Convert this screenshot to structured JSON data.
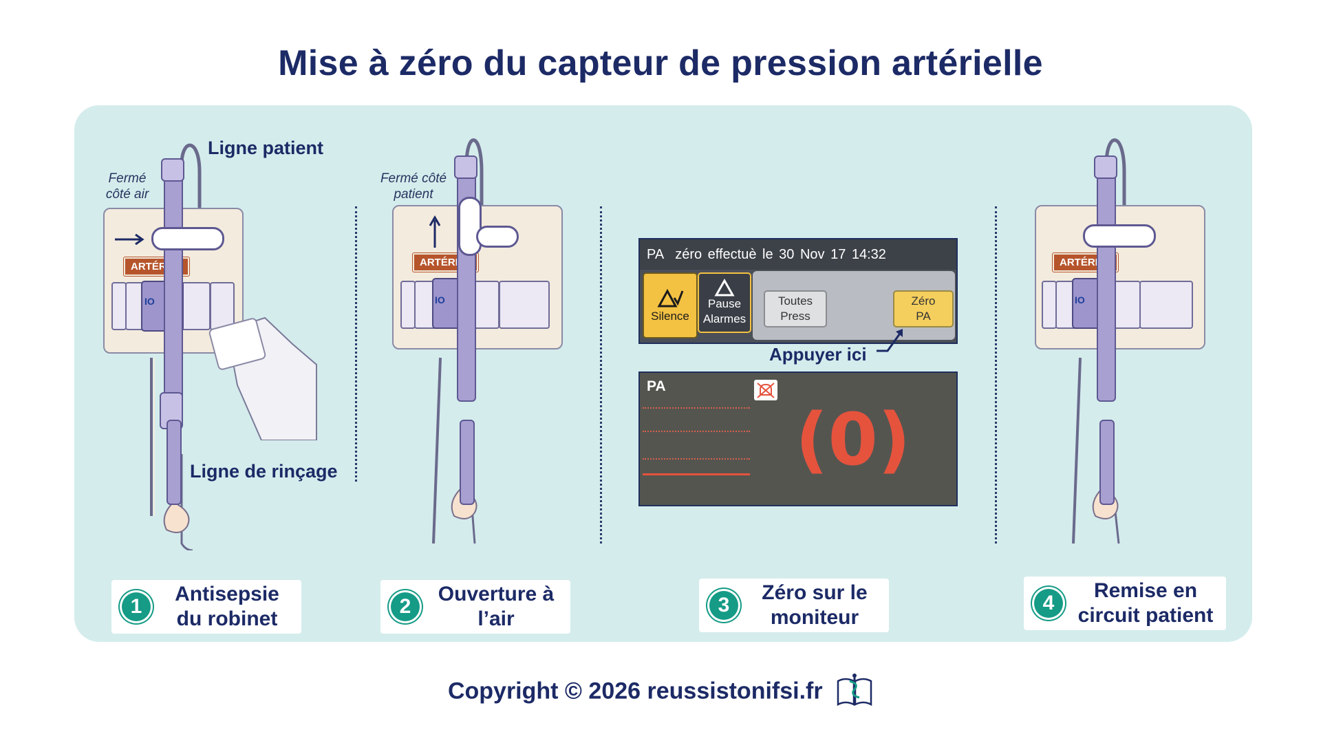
{
  "title": "Mise à zéro du capteur de pression artérielle",
  "colors": {
    "navy": "#1c2a66",
    "panel": "#d4ecec",
    "teal": "#159b86",
    "arterial_label": "#b6552c",
    "monitor_value": "#e5533d",
    "button_yellow": "#f4c242"
  },
  "device": {
    "arterial_label": "ARTÉRIEL",
    "brand_mark": "IO"
  },
  "panel1": {
    "ligne_patient": "Ligne patient",
    "ferme_cote_air": "Fermé côté air",
    "ligne_rincage": "Ligne de rinçage"
  },
  "panel2": {
    "ferme_cote_patient": "Fermé côté patient"
  },
  "monitor": {
    "header_param": "PA",
    "header_text": "zéro effectuè le 30 Nov 17 14:32",
    "btn_silence": "Silence",
    "btn_pause": "Pause Alarmes",
    "btn_toutes": "Toutes Press",
    "btn_zero": "Zéro PA",
    "appuyer_ici": "Appuyer ici",
    "wave_label": "PA",
    "wave_value": "(0)",
    "icons": [
      "warning-check-icon",
      "warning-icon",
      "alarm-muted-icon"
    ]
  },
  "steps": [
    {
      "num": "1",
      "label": "Antisepsie du robinet"
    },
    {
      "num": "2",
      "label": "Ouverture à l’air"
    },
    {
      "num": "3",
      "label": "Zéro sur le moniteur"
    },
    {
      "num": "4",
      "label": "Remise en circuit patient"
    }
  ],
  "footer": {
    "text": "Copyright © 2026 reussistonifsi.fr",
    "icon": "book-caduceus-icon"
  }
}
